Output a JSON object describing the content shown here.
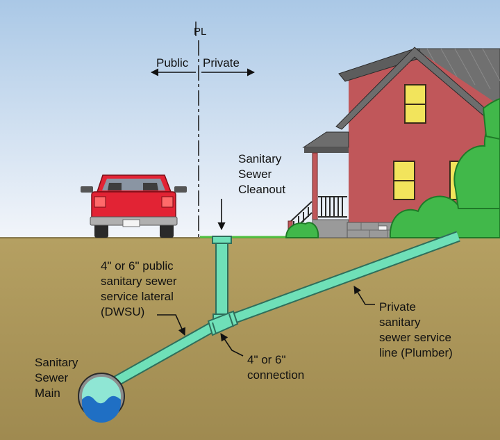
{
  "colors": {
    "sky_top": "#aac8e6",
    "sky_bottom": "#f2f5fa",
    "soil": "#b09b5c",
    "grass": "#4fbf3f",
    "pipe": "#6fe0b8",
    "pipe_outline": "#2f6e5b",
    "water": "#1f6fc4",
    "house_wall": "#c0575a",
    "roof": "#707070",
    "window": "#f2e45c",
    "truck": "#e22334",
    "bush": "#41b84a"
  },
  "labels": {
    "property_line_symbol": "PL",
    "public": "Public",
    "private": "Private",
    "cleanout": "Sanitary\nSewer\nCleanout",
    "public_lateral": "4\" or 6\" public\nsanitary sewer\nservice lateral\n(DWSU)",
    "connection": "4\" or 6\"\nconnection",
    "private_line": "Private\nsanitary\nsewer service\nline (Plumber)",
    "sewer_main": "Sanitary\nSewer\nMain"
  }
}
